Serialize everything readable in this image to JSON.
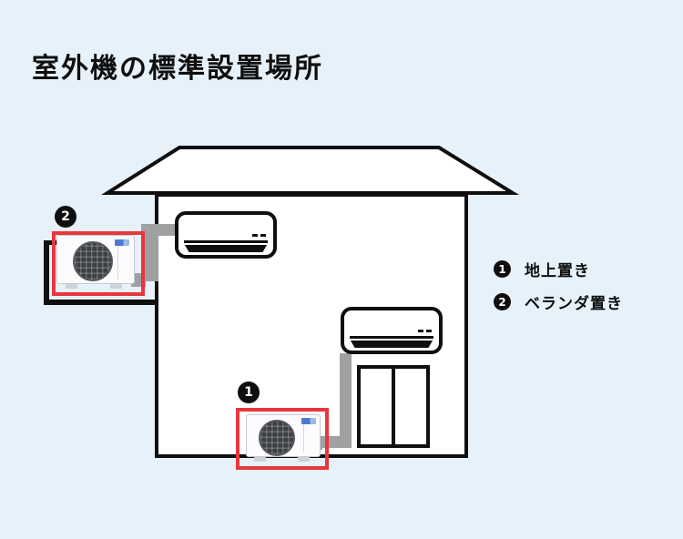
{
  "title": "室外機の標準設置場所",
  "diagram": {
    "badge_ground": "1",
    "badge_balcony": "2"
  },
  "legend": {
    "items": [
      {
        "number": "1",
        "label": "地上置き"
      },
      {
        "number": "2",
        "label": "ベランダ置き"
      }
    ]
  },
  "colors": {
    "background": "#e7f1fa",
    "outline": "#0f0f0f",
    "highlight_red": "#e8363d",
    "pipe_gray": "#9fa0a2",
    "logo_blue": "#4a7bd0"
  }
}
